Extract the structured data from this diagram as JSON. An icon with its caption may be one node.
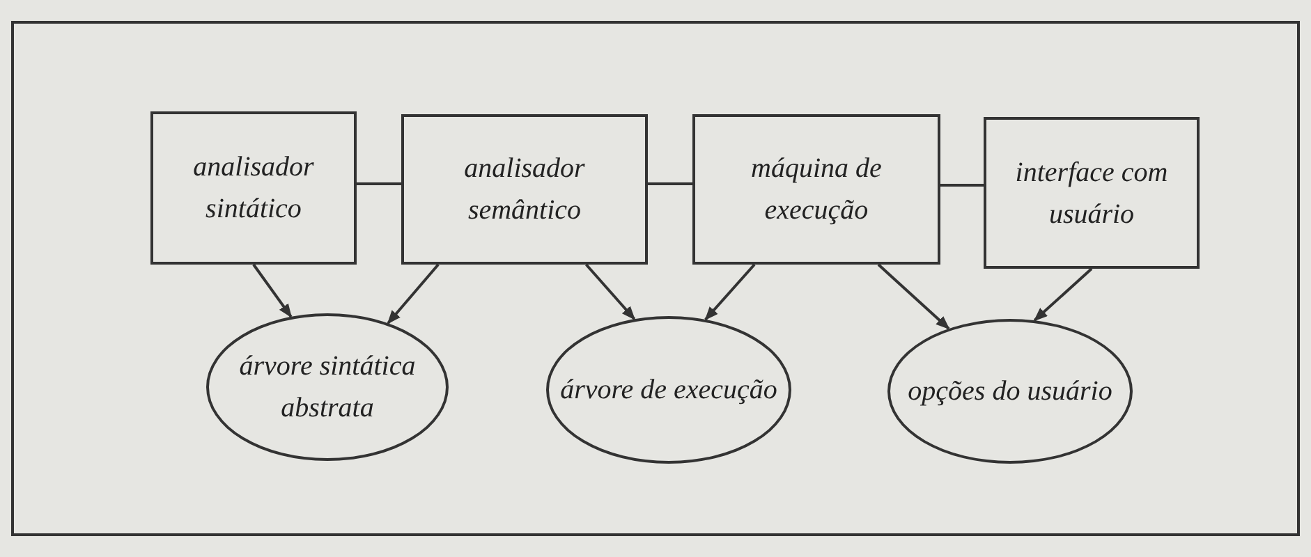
{
  "diagram": {
    "nodes": [
      {
        "text": [
          "analisador sintático"
        ]
      },
      {
        "text": [
          "analisador semântico"
        ]
      },
      {
        "text": [
          "máquina de execução"
        ]
      },
      {
        "text": [
          "interface com usuário"
        ]
      },
      {
        "text": [
          "árvore sintática abstrata"
        ]
      },
      {
        "text": [
          "árvore de execução"
        ]
      },
      {
        "text": [
          "opções do usuário"
        ]
      }
    ],
    "edges": [
      {
        "from": 0,
        "to": 1,
        "arrow": "none"
      },
      {
        "from": 1,
        "to": 2,
        "arrow": "none"
      },
      {
        "from": 2,
        "to": 3,
        "arrow": "none"
      },
      {
        "from": 0,
        "to": 4,
        "arrow": "to"
      },
      {
        "from": 1,
        "to": 4,
        "arrow": "to"
      },
      {
        "from": 1,
        "to": 5,
        "arrow": "to"
      },
      {
        "from": 2,
        "to": 5,
        "arrow": "to"
      },
      {
        "from": 2,
        "to": 6,
        "arrow": "to"
      },
      {
        "from": 3,
        "to": 6,
        "arrow": "to"
      }
    ]
  }
}
